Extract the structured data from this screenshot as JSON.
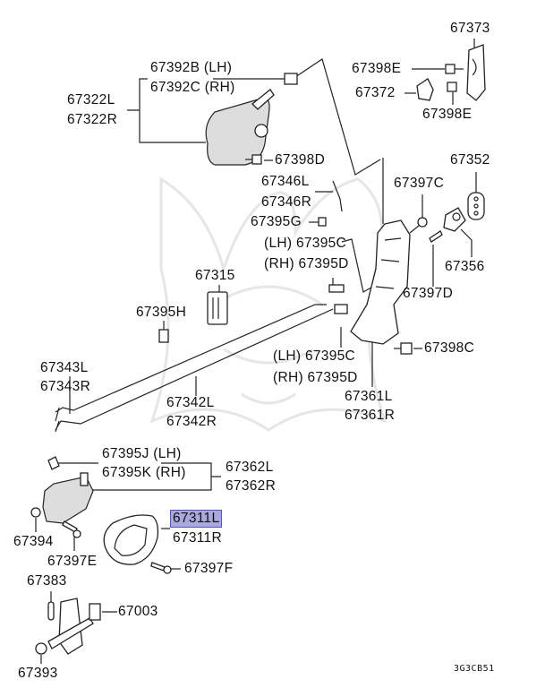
{
  "diagram": {
    "highlight_color": "#a9a9de",
    "diagram_code": "3G3CB51",
    "labels": [
      "67373",
      "67398E",
      "67372",
      "67398E",
      "67392B (LH)",
      "67392C (RH)",
      "67322L",
      "67322R",
      "67398D",
      "67352",
      "67346L",
      "67346R",
      "67397C",
      "67395G",
      "(LH) 67395C",
      "(RH) 67395D",
      "67356",
      "67315",
      "67397D",
      "67395H",
      "67398C",
      "67343L",
      "67343R",
      "(LH) 67395C",
      "(RH) 67395D",
      "67342L",
      "67342R",
      "67361L",
      "67361R",
      "67395J (LH)",
      "67395K (RH)",
      "67362L",
      "67362R",
      "67311L",
      "67311R",
      "67394",
      "67397E",
      "67397F",
      "67383",
      "67003",
      "67393"
    ],
    "selected_part": "67311L"
  }
}
